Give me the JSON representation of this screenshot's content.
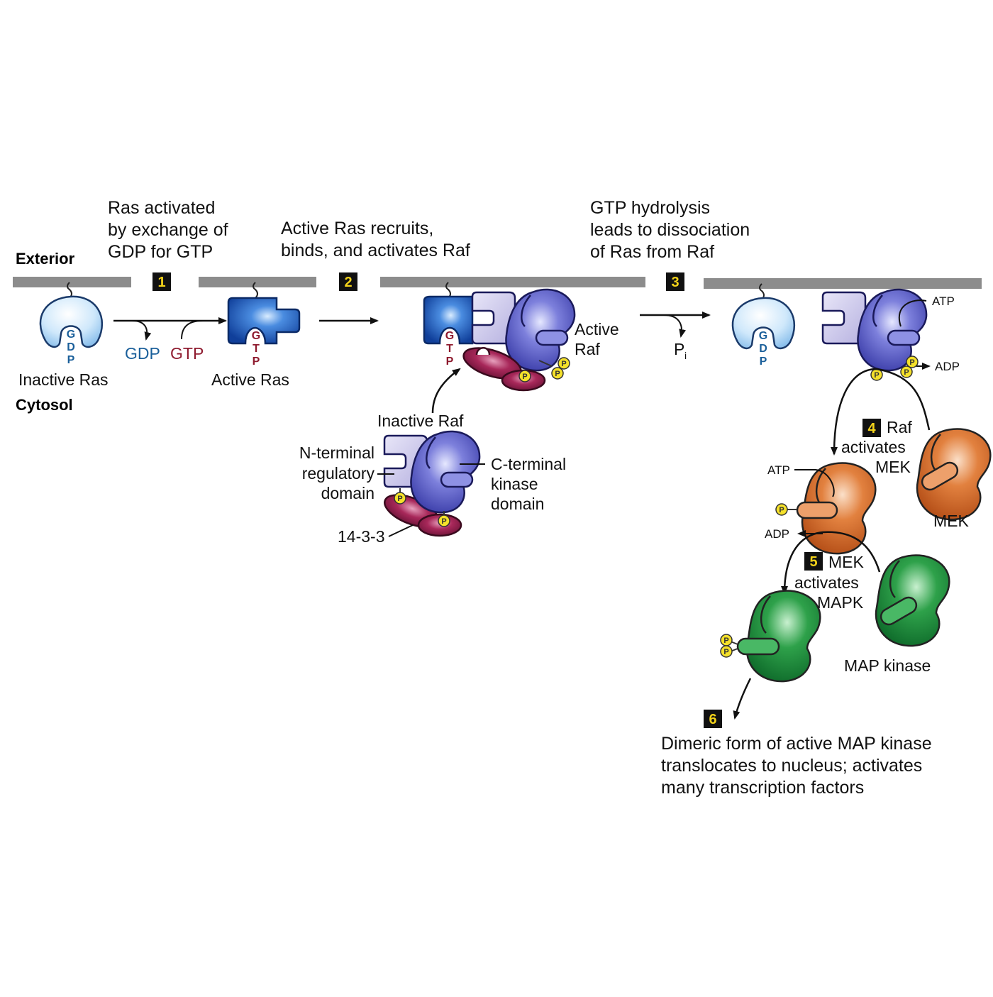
{
  "labels": {
    "exterior": "Exterior",
    "cytosol": "Cytosol",
    "inactive_ras": "Inactive Ras",
    "active_ras": "Active Ras",
    "gdp": "GDP",
    "gtp": "GTP",
    "active_raf_1": "Active",
    "active_raf_2": "Raf",
    "inactive_raf": "Inactive Raf",
    "n_terminal_1": "N-terminal",
    "n_terminal_2": "regulatory",
    "n_terminal_3": "domain",
    "c_terminal_1": "C-terminal",
    "c_terminal_2": "kinase",
    "c_terminal_3": "domain",
    "p1433": "14-3-3",
    "pi_main": "P",
    "pi_sub": "i",
    "atp": "ATP",
    "adp": "ADP",
    "mek": "MEK",
    "map_kinase": "MAP kinase",
    "p": "P",
    "nuc_g": "G",
    "nuc_d": "D",
    "nuc_t": "T",
    "nuc_p": "P"
  },
  "steps": [
    {
      "num": "1",
      "lines": [
        "Ras activated",
        "by exchange of",
        "GDP for GTP"
      ]
    },
    {
      "num": "2",
      "lines": [
        "Active Ras recruits,",
        "binds, and activates Raf"
      ]
    },
    {
      "num": "3",
      "lines": [
        "GTP hydrolysis",
        "leads to dissociation",
        "of Ras from Raf"
      ]
    },
    {
      "num": "4",
      "lines": [
        "Raf",
        "activates",
        "MEK"
      ]
    },
    {
      "num": "5",
      "lines": [
        "MEK",
        "activates",
        "MAPK"
      ]
    },
    {
      "num": "6",
      "lines": [
        "Dimeric form of active MAP kinase",
        "translocates to nucleus; activates",
        "many transcription factors"
      ]
    }
  ],
  "colors": {
    "membrane": "#8c8c8c",
    "ras_inactive": "#cfe8fb",
    "ras_active": "#1f62c4",
    "raf_regulatory": "#c8c4ea",
    "raf_kinase": "#5a5dc8",
    "protein_14_3_3": "#9b2350",
    "mek": "#d86a2c",
    "mapk": "#1d8a3a",
    "phosphate": "#f5e12a",
    "gdp_text": "#1a5f9a",
    "gtp_text": "#8e1a2e",
    "step_box": "#111111",
    "step_num": "#f2d21a"
  }
}
